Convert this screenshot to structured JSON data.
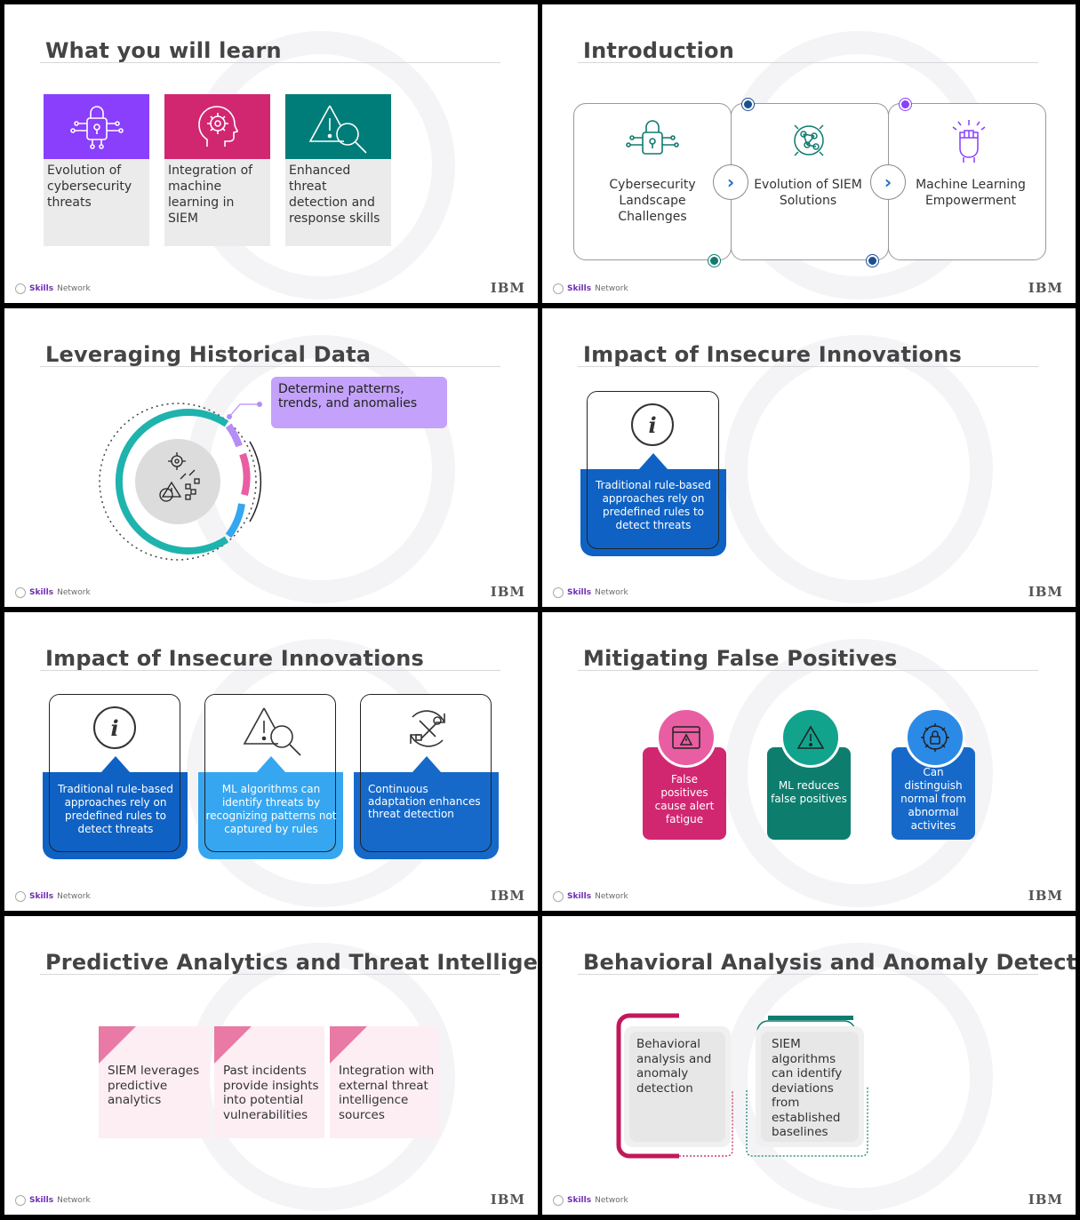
{
  "footer": {
    "skills": "Skills",
    "network": "Network",
    "ibm": "IBM"
  },
  "slides": {
    "learn": {
      "title": "What you will learn",
      "cards": [
        {
          "text": "Evolution of cybersecurity threats",
          "color": "#8a3ffc",
          "icon": "lock-circuit-icon"
        },
        {
          "text": "Integration of machine learning in SIEM",
          "color": "#d12771",
          "icon": "head-gear-icon"
        },
        {
          "text": "Enhanced threat detection and response skills",
          "color": "#007d79",
          "icon": "warning-magnifier-icon"
        }
      ]
    },
    "intro": {
      "title": "Introduction",
      "items": [
        {
          "label": "Cybersecurity Landscape Challenges",
          "icon": "lock-circuit-icon"
        },
        {
          "label": "Evolution of SIEM Solutions",
          "icon": "brain-network-icon"
        },
        {
          "label": "Machine Learning Empowerment",
          "icon": "raised-fist-icon"
        }
      ]
    },
    "historical": {
      "title": "Leveraging Historical Data",
      "callout": "Determine patterns, trends, and anomalies"
    },
    "impact1": {
      "title": "Impact of Insecure Innovations",
      "card_text": "Traditional rule-based approaches rely on predefined rules to detect threats"
    },
    "impact2": {
      "title": "Impact of Insecure Innovations",
      "cards": [
        {
          "text": "Traditional rule-based approaches rely on predefined rules to detect threats",
          "color": "#0f62c4",
          "icon": "info-icon"
        },
        {
          "text": "ML algorithms can identify threats by recognizing patterns not captured by rules",
          "color": "#36a6f0",
          "icon": "warning-magnifier-icon"
        },
        {
          "text": "Continuous adaptation enhances threat detection",
          "color": "#1669c9",
          "icon": "tools-refresh-icon"
        }
      ]
    },
    "mitigating": {
      "title": "Mitigating False Positives",
      "cards": [
        {
          "text": "False positives cause alert fatigue",
          "color": "#d12771",
          "bubble": "#e95ea2",
          "icon": "alert-window-icon"
        },
        {
          "text": "ML reduces false positives",
          "color": "#0d7d6e",
          "bubble": "#12a38d",
          "icon": "warning-icon"
        },
        {
          "text": "Can distinguish normal from abnormal activites",
          "color": "#1669c9",
          "bubble": "#2b8ae6",
          "icon": "lock-gear-icon"
        }
      ]
    },
    "predictive": {
      "title": "Predictive Analytics and Threat Intelligence",
      "cards": [
        "SIEM leverages predictive analytics",
        "Past incidents provide insights into potential vulnerabilities",
        "Integration with external threat intelligence sources"
      ]
    },
    "behavioral": {
      "title": "Behavioral Analysis and Anomaly Detection",
      "left": "Behavioral analysis and anomaly detection",
      "right": "SIEM algorithms can identify deviations from established baselines"
    }
  }
}
